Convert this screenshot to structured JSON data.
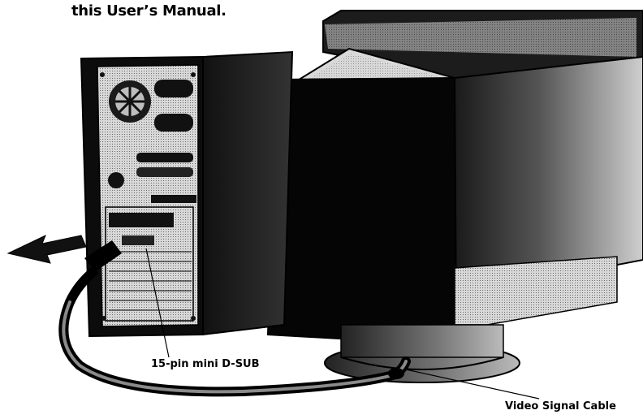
{
  "manual_text_fragment": "this User’s Manual.",
  "labels": {
    "connector": "15-pin mini D-SUB",
    "cable": "Video Signal Cable"
  }
}
